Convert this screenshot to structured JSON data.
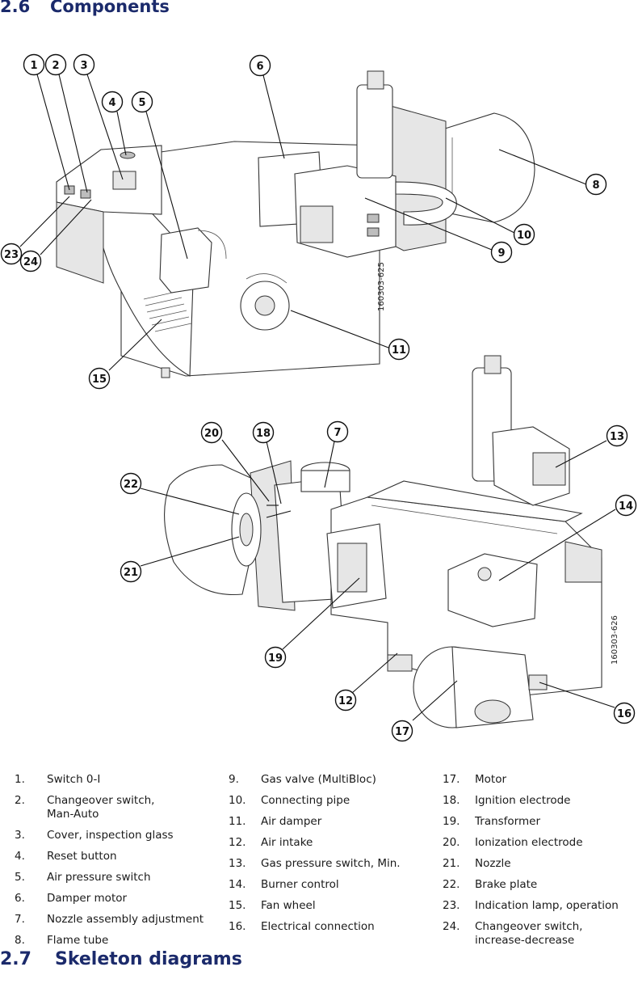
{
  "headings": {
    "top": {
      "number": "2.6",
      "title": "Components"
    },
    "bottom": {
      "number": "2.7",
      "title": "Skeleton diagrams"
    }
  },
  "figure_ids": {
    "top": "160303-625",
    "bottom": "160303-626"
  },
  "callouts_top": [
    "1",
    "2",
    "3",
    "4",
    "5",
    "6",
    "8",
    "9",
    "10",
    "11",
    "15",
    "23",
    "24"
  ],
  "callouts_bottom": [
    "7",
    "12",
    "13",
    "14",
    "16",
    "17",
    "18",
    "19",
    "20",
    "21",
    "22"
  ],
  "legend": [
    {
      "num": "1.",
      "label": "Switch 0-I"
    },
    {
      "num": "2.",
      "label": "Changeover switch,",
      "label2": "Man-Auto"
    },
    {
      "num": "3.",
      "label": "Cover, inspection glass"
    },
    {
      "num": "4.",
      "label": "Reset button"
    },
    {
      "num": "5.",
      "label": "Air pressure switch"
    },
    {
      "num": "6.",
      "label": "Damper motor"
    },
    {
      "num": "7.",
      "label": "Nozzle assembly adjustment"
    },
    {
      "num": "8.",
      "label": "Flame tube"
    },
    {
      "num": "9.",
      "label": "Gas valve (MultiBloc)"
    },
    {
      "num": "10.",
      "label": "Connecting pipe"
    },
    {
      "num": "11.",
      "label": "Air damper"
    },
    {
      "num": "12.",
      "label": "Air intake"
    },
    {
      "num": "13.",
      "label": "Gas pressure switch, Min."
    },
    {
      "num": "14.",
      "label": "Burner control"
    },
    {
      "num": "15.",
      "label": "Fan wheel"
    },
    {
      "num": "16.",
      "label": "Electrical connection"
    },
    {
      "num": "17.",
      "label": "Motor"
    },
    {
      "num": "18.",
      "label": "Ignition electrode"
    },
    {
      "num": "19.",
      "label": "Transformer"
    },
    {
      "num": "20.",
      "label": "Ionization electrode"
    },
    {
      "num": "21.",
      "label": "Nozzle"
    },
    {
      "num": "22.",
      "label": "Brake plate"
    },
    {
      "num": "23.",
      "label": "Indication lamp, operation"
    },
    {
      "num": "24.",
      "label": "Changeover switch,",
      "label2": "increase-decrease"
    }
  ]
}
